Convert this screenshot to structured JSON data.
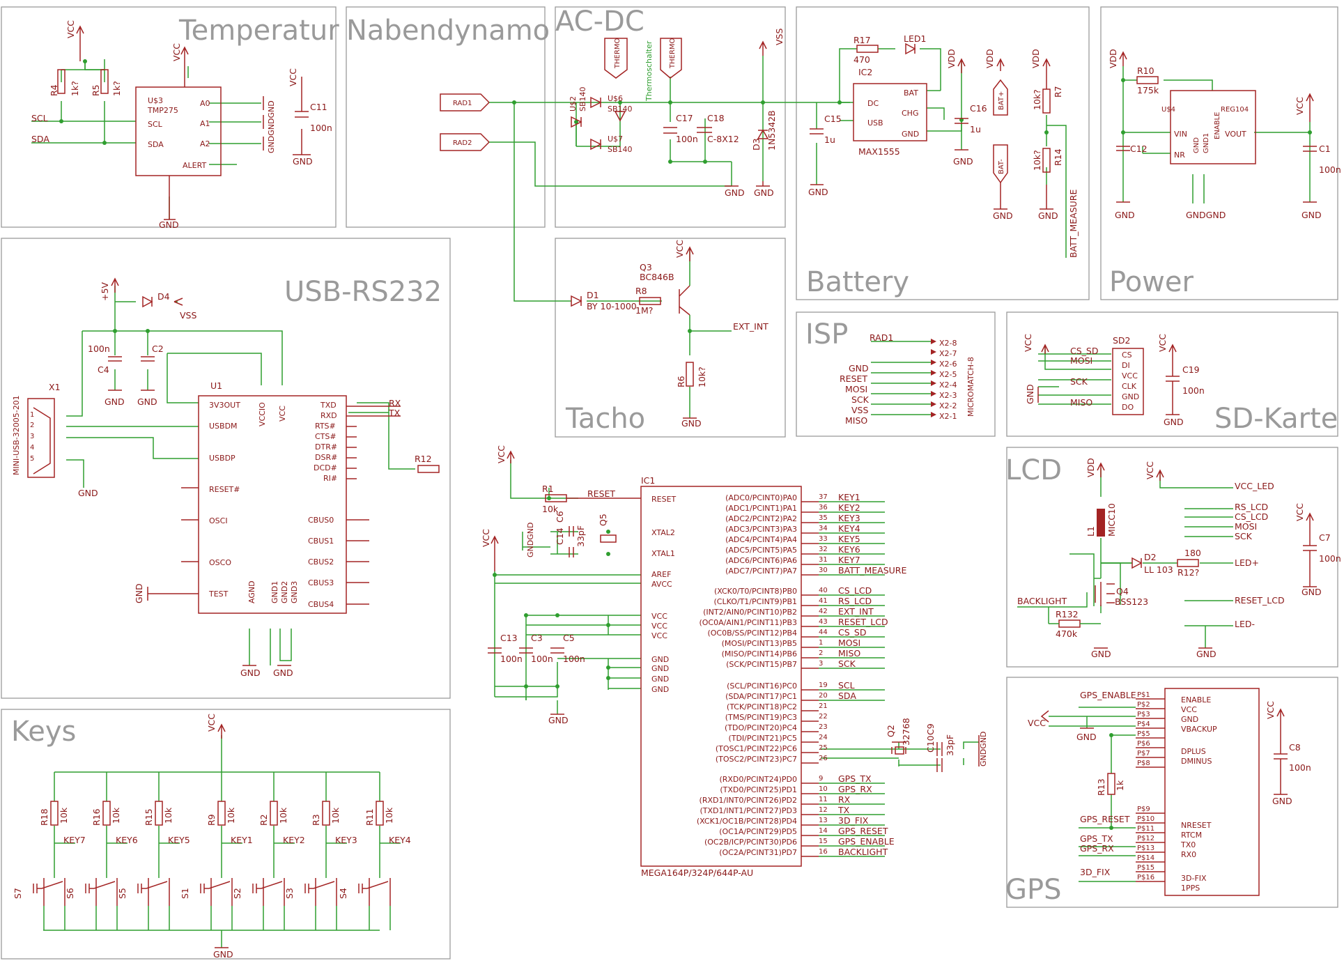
{
  "sections": {
    "temperatur": "Temperatur",
    "nabendynamo": "Nabendynamo",
    "acdc": "AC-DC",
    "battery": "Battery",
    "power": "Power",
    "usb": "USB-RS232",
    "tacho": "Tacho",
    "isp": "ISP",
    "sd": "SD-Karte",
    "lcd": "LCD",
    "keys": "Keys",
    "gps": "GPS"
  },
  "labels": {
    "VCC": "VCC",
    "GND": "GND",
    "VDD": "VDD",
    "VSS": "VSS",
    "V5": "+5V",
    "SCL": "SCL",
    "SDA": "SDA",
    "R4": "R4",
    "R5": "R5",
    "R4v": "1k?",
    "R5v": "1k?",
    "U3": "U$3",
    "TMP275": "TMP275",
    "A0": "A0",
    "A1": "A1",
    "A2": "A2",
    "ALERT": "ALERT",
    "GNDGND": "GNDGNDGND",
    "C11": "C11",
    "n100": "100n",
    "u1": "1u",
    "RAD1": "RAD1",
    "RAD2": "RAD2",
    "U2": "U$2",
    "SB140": "SB140",
    "U6": "U$6",
    "U7": "U$7",
    "THERMO": "THERMO",
    "Thermoschalter": "Thermoschalter",
    "C17": "C17",
    "C18": "C18",
    "C8X12": "C-8X12",
    "D3": "D3",
    "IN5342": "1N5342B",
    "R17": "R17",
    "R17v": "470",
    "LED1": "LED1",
    "IC2": "IC2",
    "BAT": "BAT",
    "DC": "DC",
    "CHG": "CHG",
    "USB": "USB",
    "MAX1555": "MAX1555",
    "C15": "C15",
    "C16": "C16",
    "BATP": "BAT+",
    "BATM": "BAT-",
    "R7": "R7",
    "R14": "R14",
    "R7v": "10k?",
    "R14v": "10k?",
    "BATT_MEASURE": "BATT_MEASURE",
    "R10": "R10",
    "R10v": "175k",
    "U4": "U$4",
    "REG104": "REG104",
    "VIN": "VIN",
    "NR": "NR",
    "VOUT": "VOUT",
    "ENABLE": "ENABLE",
    "GND1": "GND1",
    "C12": "C12",
    "C1": "C1",
    "GNDGND2": "GNDGND",
    "D4": "D4",
    "C4": "C4",
    "C2": "C2",
    "X1": "X1",
    "MINIUSB": "MINI-USB-32005-201",
    "U1": "U1",
    "V3OUT": "3V3OUT",
    "USBDM": "USBDM",
    "USBDP": "USBDP",
    "RESETN": "RESET#",
    "OSCI": "OSCI",
    "OSCO": "OSCO",
    "TEST": "TEST",
    "VCCIO": "VCCIO",
    "TXD": "TXD",
    "RXD": "RXD",
    "RTS": "RTS#",
    "CTS": "CTS#",
    "DTR": "DTR#",
    "DSR": "DSR#",
    "DCD": "DCD#",
    "RI": "RI#",
    "CBUS0": "CBUS0",
    "CBUS1": "CBUS1",
    "CBUS2": "CBUS2",
    "CBUS3": "CBUS3",
    "CBUS4": "CBUS4",
    "AGND": "AGND",
    "GND2": "GND2",
    "GND3": "GND3",
    "RX": "RX",
    "TX": "TX",
    "R12": "R12",
    "D1": "D1",
    "BY": "BY 10-1000",
    "R8": "R8",
    "R8v": "1M?",
    "Q3": "Q3",
    "BC846B": "BC846B",
    "EXT_INT": "EXT_INT",
    "R6": "R6",
    "R6v": "10k?",
    "ISP_RAD1": "RAD1",
    "RESET": "RESET",
    "MOSI": "MOSI",
    "SCK": "SCK",
    "MISO": "MISO",
    "MICROMATCH": "MICROMATCH-8",
    "X28": "X2-8",
    "X27": "X2-7",
    "X26": "X2-6",
    "X25": "X2-5",
    "X24": "X2-4",
    "X23": "X2-3",
    "X22": "X2-2",
    "X21": "X2-1",
    "SD2": "SD2",
    "CS_SD": "CS_SD",
    "CS": "CS",
    "DI": "DI",
    "CLK": "CLK",
    "DO": "DO",
    "C19": "C19",
    "L1": "L1",
    "MICC10": "MICC10",
    "VCC_LED": "VCC_LED",
    "RS_LCD": "RS_LCD",
    "CS_LCD": "CS_LCD",
    "D2": "D2",
    "LL103": "LL 103",
    "R12b": "R12?",
    "v180": "180",
    "LEDP": "LED+",
    "LEDM": "LED-",
    "BACKLIGHT": "BACKLIGHT",
    "Q4": "Q4",
    "BSS123": "BSS123",
    "R132": "R132",
    "v470k": "470k",
    "RESET_LCD": "RESET_LCD",
    "C7": "C7",
    "IC1": "IC1",
    "MEGA": "MEGA164P/324P/644P-AU",
    "R1": "R1",
    "R1v": "10k",
    "C14": "C14",
    "C6": "C6",
    "Q5": "Q5",
    "v33p": "33pF",
    "XTAL2": "XTAL2",
    "XTAL1": "XTAL1",
    "AREF": "AREF",
    "AVCC": "AVCC",
    "RESETs": "RESET",
    "C13": "C13",
    "C3": "C3",
    "C5": "C5",
    "Q2": "Q2",
    "v32768": "32768",
    "C10": "C10",
    "C9": "C9",
    "R18": "R18",
    "R16": "R16",
    "R15": "R15",
    "R9": "R9",
    "R2": "R2",
    "R3": "R3",
    "R11": "R11",
    "k10": "10k",
    "S7": "S7",
    "S6": "S6",
    "S5": "S5",
    "S1": "S1",
    "S2": "S2",
    "S3": "S3",
    "S4": "S4",
    "KEY7": "KEY7",
    "KEY6": "KEY6",
    "KEY5": "KEY5",
    "KEY1": "KEY1",
    "KEY2": "KEY2",
    "KEY3": "KEY3",
    "KEY4": "KEY4",
    "GPS_ENABLE": "GPS_ENABLE",
    "GPS_RESET": "GPS_RESET",
    "GPS_TX": "GPS_TX",
    "GPS_RX": "GPS_RX",
    "FIX3D": "3D_FIX",
    "VBACKUP": "VBACKUP",
    "DPLUS": "DPLUS",
    "DMINUS": "DMINUS",
    "NRESET": "NRESET",
    "RTCM": "RTCM",
    "TX0": "TX0",
    "RX0": "RX0",
    "FIX3Dp": "3D-FIX",
    "PPS": "1PPS",
    "R13": "R13",
    "k1": "1k",
    "C8": "C8"
  },
  "mcu_left": [
    [
      "(ADC0/PCINT0)PA0",
      "37",
      "KEY1"
    ],
    [
      "(ADC1/PCINT1)PA1",
      "36",
      "KEY2"
    ],
    [
      "(ADC2/PCINT2)PA2",
      "35",
      "KEY3"
    ],
    [
      "(ADC3/PCINT3)PA3",
      "34",
      "KEY4"
    ],
    [
      "(ADC4/PCINT4)PA4",
      "33",
      "KEY5"
    ],
    [
      "(ADC5/PCINT5)PA5",
      "32",
      "KEY6"
    ],
    [
      "(ADC6/PCINT6)PA6",
      "31",
      "KEY7"
    ],
    [
      "(ADC7/PCINT7)PA7",
      "30",
      "BATT_MEASURE"
    ],
    [
      "(XCK0/T0/PCINT8)PB0",
      "40",
      "CS_LCD"
    ],
    [
      "(CLKO/T1/PCINT9)PB1",
      "41",
      "RS_LCD"
    ],
    [
      "(INT2/AIN0/PCINT10)PB2",
      "42",
      "EXT_INT"
    ],
    [
      "(OC0A/AIN1/PCINT11)PB3",
      "43",
      "RESET_LCD"
    ],
    [
      "(OC0B/SS/PCINT12)PB4",
      "44",
      "CS_SD"
    ],
    [
      "(MOSI/PCINT13)PB5",
      "1",
      "MOSI"
    ],
    [
      "(MISO/PCINT14)PB6",
      "2",
      "MISO"
    ],
    [
      "(SCK/PCINT15)PB7",
      "3",
      "SCK"
    ],
    [
      "(SCL/PCINT16)PC0",
      "19",
      "SCL"
    ],
    [
      "(SDA/PCINT17)PC1",
      "20",
      "SDA"
    ],
    [
      "(TCK/PCINT18)PC2",
      "21",
      ""
    ],
    [
      "(TMS/PCINT19)PC3",
      "22",
      ""
    ],
    [
      "(TDO/PCINT20)PC4",
      "23",
      ""
    ],
    [
      "(TDI/PCINT21)PC5",
      "24",
      ""
    ],
    [
      "(TOSC1/PCINT22)PC6",
      "25",
      ""
    ],
    [
      "(TOSC2/PCINT23)PC7",
      "26",
      ""
    ],
    [
      "(RXD0/PCINT24)PD0",
      "9",
      "GPS_TX"
    ],
    [
      "(TXD0/PCINT25)PD1",
      "10",
      "GPS_RX"
    ],
    [
      "(RXD1/INT0/PCINT26)PD2",
      "11",
      "RX"
    ],
    [
      "(TXD1/INT1/PCINT27)PD3",
      "12",
      "TX"
    ],
    [
      "(XCK1/OC1B/PCINT28)PD4",
      "13",
      "3D_FIX"
    ],
    [
      "(OC1A/PCINT29)PD5",
      "14",
      "GPS_RESET"
    ],
    [
      "(OC2B/ICP/PCINT30)PD6",
      "15",
      "GPS_ENABLE"
    ],
    [
      "(OC2A/PCINT31)PD7",
      "16",
      "BACKLIGHT"
    ]
  ],
  "gps_pins": [
    "P$1",
    "P$2",
    "P$3",
    "P$4",
    "P$5",
    "P$6",
    "P$7",
    "P$8",
    "P$9",
    "P$10",
    "P$11",
    "P$12",
    "P$13",
    "P$14",
    "P$15",
    "P$16"
  ],
  "colors": {
    "wire": "#2f9e2f",
    "part": "#a32323",
    "frame": "#9a9a9a"
  }
}
